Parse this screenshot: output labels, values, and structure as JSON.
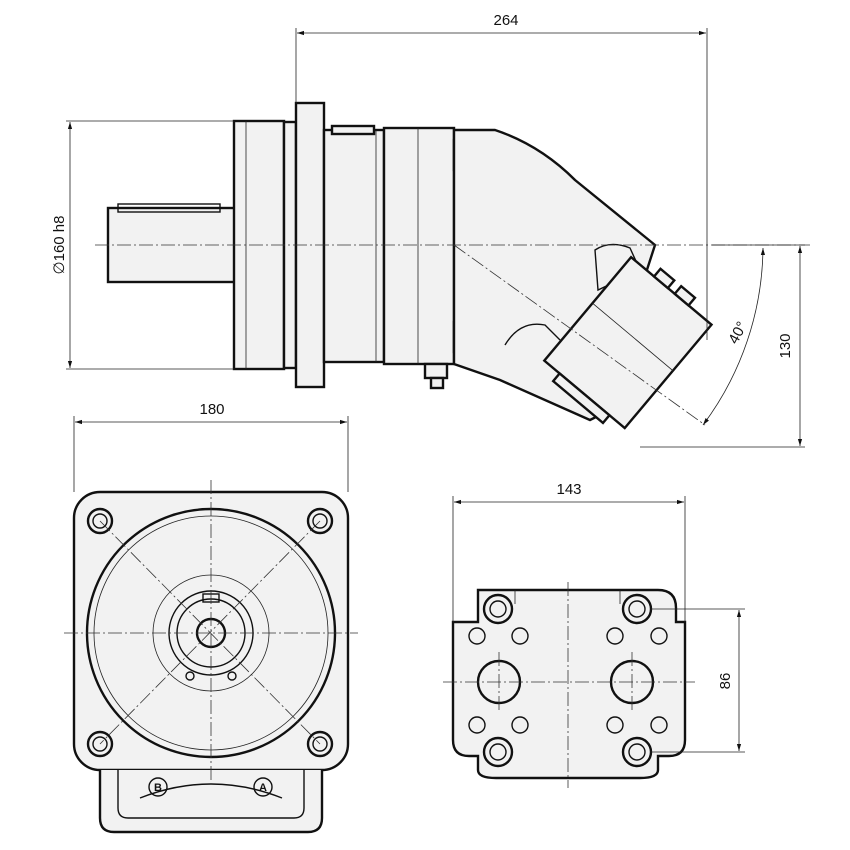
{
  "dimensions": {
    "side_length": "264",
    "pilot_diameter": "∅160 h8",
    "angle": "40°",
    "angle_height": "130",
    "flange_width": "180",
    "port_plate_width": "143",
    "port_plate_height": "86"
  },
  "ports": {
    "b_label": "B",
    "a_label": "A"
  }
}
